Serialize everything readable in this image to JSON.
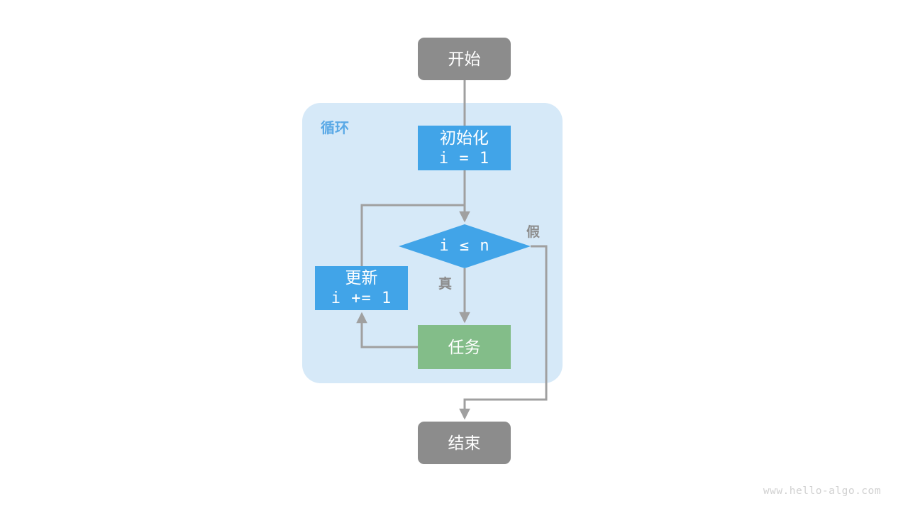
{
  "diagram": {
    "title": "for-loop-flowchart",
    "background": "#ffffff",
    "colors": {
      "terminal": "#8c8c8c",
      "process_blue": "#41a4e8",
      "task_green": "#83bd89",
      "group_fill": "#d6e9f8",
      "group_label": "#5aa9e6",
      "edge": "#a0a0a0",
      "node_text": "#ffffff",
      "edge_label_text": "#8c8c8c",
      "watermark": "#d0d0d0"
    },
    "group": {
      "label": "循环"
    },
    "nodes": {
      "start": {
        "label": "开始",
        "shape": "rounded-rect",
        "color": "#8c8c8c"
      },
      "init": {
        "line1": "初始化",
        "line2": "i = 1",
        "shape": "rect",
        "color": "#41a4e8"
      },
      "condition": {
        "label": "i ≤ n",
        "shape": "diamond",
        "color": "#41a4e8"
      },
      "task": {
        "label": "任务",
        "shape": "rect",
        "color": "#83bd89"
      },
      "update": {
        "line1": "更新",
        "line2": "i += 1",
        "shape": "rect",
        "color": "#41a4e8"
      },
      "end": {
        "label": "结束",
        "shape": "rounded-rect",
        "color": "#8c8c8c"
      }
    },
    "edge_labels": {
      "true": "真",
      "false": "假"
    },
    "watermark": "www.hello-algo.com"
  }
}
